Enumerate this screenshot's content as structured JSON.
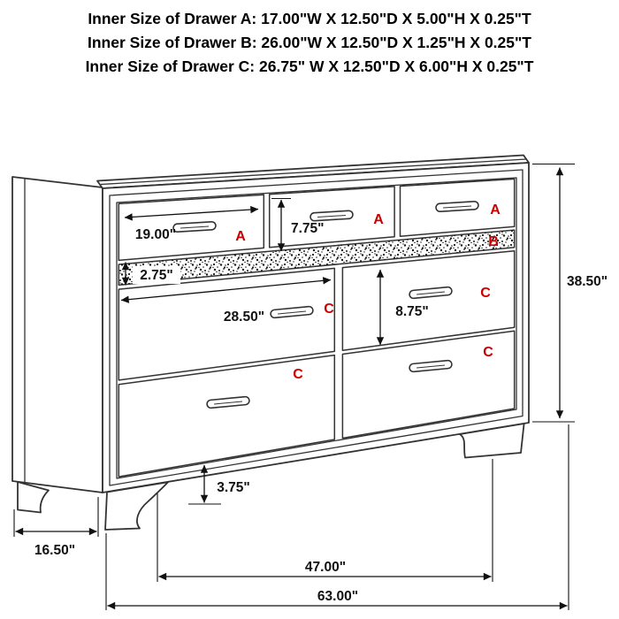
{
  "header": {
    "lines": [
      "Inner Size of Drawer A: 17.00\"W X 12.50\"D X 5.00\"H X 0.25\"T",
      "Inner Size of Drawer B: 26.00\"W X 12.50\"D X 1.25\"H X 0.25\"T",
      "Inner Size of Drawer C: 26.75\" W X 12.50\"D X 6.00\"H X 0.25\"T"
    ]
  },
  "diagram": {
    "drawer_labels": {
      "a1": "A",
      "a2": "A",
      "a3": "A",
      "b": "B",
      "c_top_left": "C",
      "c_bottom_left": "C",
      "c_top_right": "C",
      "c_bottom_right": "C"
    },
    "dimensions": {
      "drawer_a_width": "19.00\"",
      "drawer_a_front_height": "7.75\"",
      "drawer_b_front_height": "2.75\"",
      "drawer_c_width": "28.50\"",
      "drawer_c_front_height": "8.75\"",
      "overall_height": "38.50\"",
      "base_height": "3.75\"",
      "side_depth": "16.50\"",
      "foot_span": "47.00\"",
      "overall_width": "63.00\""
    },
    "colors": {
      "drawer_label": "#cc0000",
      "line": "#333333",
      "dimension_text": "#111111"
    }
  }
}
